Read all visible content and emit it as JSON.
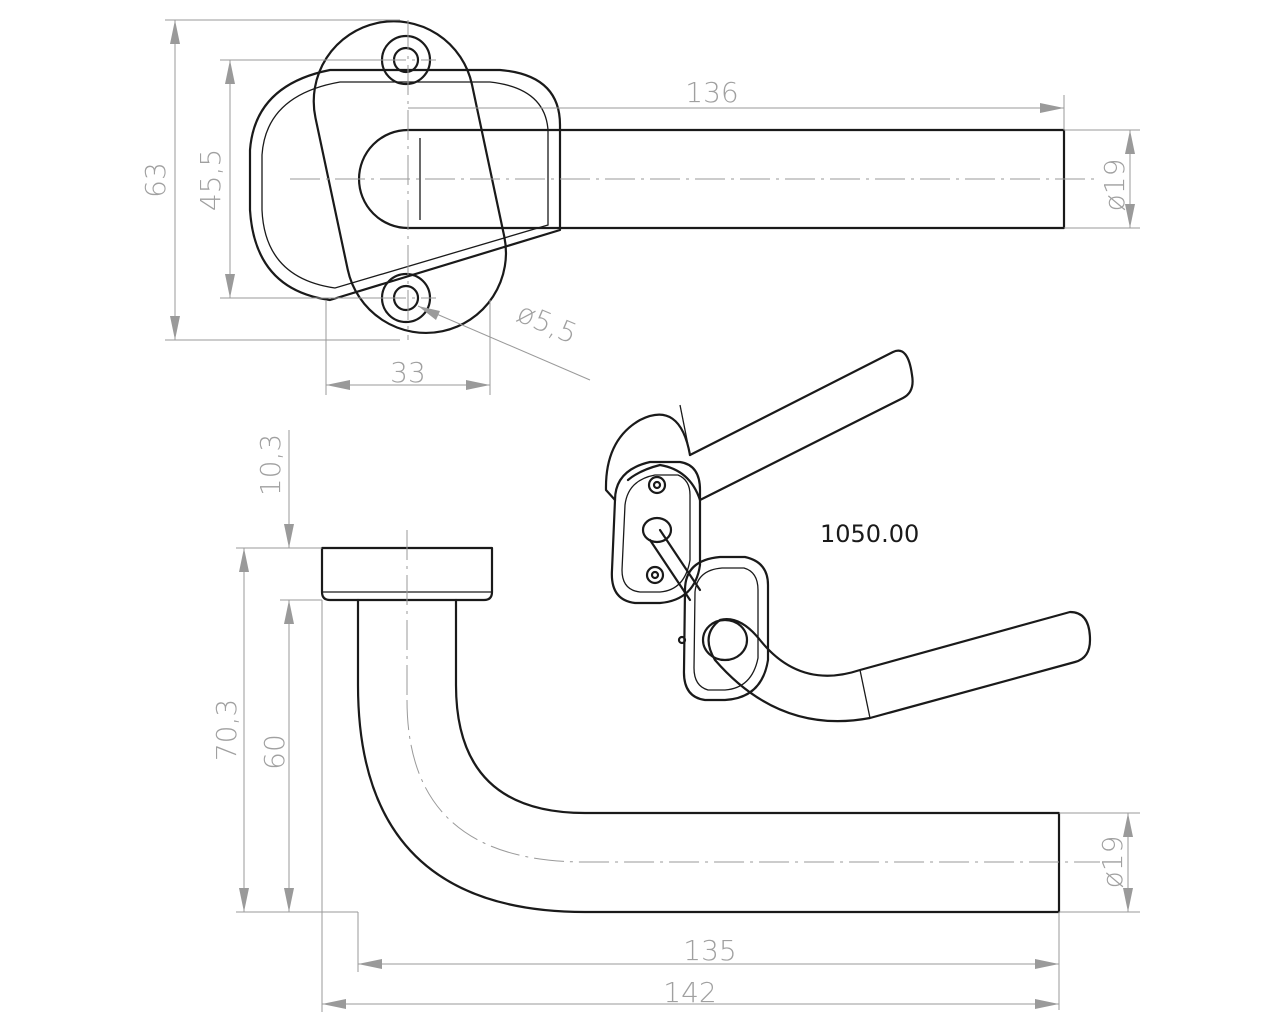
{
  "drawing": {
    "product_code": "1050.00",
    "top_view": {
      "dim_length": "136",
      "dim_height_total": "63",
      "dim_hole_spacing": "45,5",
      "dim_rose_width": "33",
      "dim_hole_diameter": "ø5,5",
      "dim_tube_diameter": "ø19"
    },
    "side_view": {
      "dim_rose_thickness": "10,3",
      "dim_height_total": "70,3",
      "dim_height_inner": "60",
      "dim_length_inner": "135",
      "dim_length_total": "142",
      "dim_tube_diameter": "ø19"
    }
  },
  "colors": {
    "object_line": "#1a1a1a",
    "dimension_line": "#9a9a9a",
    "background": "#ffffff"
  }
}
